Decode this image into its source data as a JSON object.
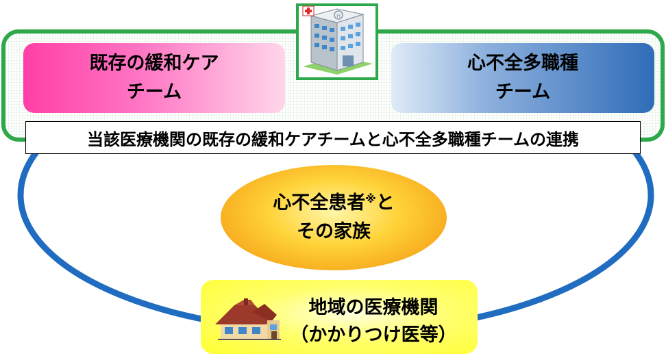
{
  "teams": {
    "existing": {
      "line1": "既存の緩和ケア",
      "line2": "チーム"
    },
    "heart_failure": {
      "line1": "心不全多職種",
      "line2": "チーム"
    }
  },
  "caption": "当該医療機関の既存の緩和ケアチームと心不全多職種チームの連携",
  "patient": {
    "line1_main": "心不全患者",
    "line1_mark": "※",
    "line1_end": "と",
    "line2": "その家族"
  },
  "clinic": {
    "line1": "地域の医療機関",
    "line2": "（かかりつけ医等）"
  },
  "colors": {
    "loop": "#1f6cc0",
    "green_frame": "#2ea84a",
    "pink": "#ff3fa6",
    "blue": "#2f6db8",
    "yellow": "#ffff33",
    "orange": "#f6a81c"
  },
  "icons": [
    "hospital-icon",
    "house-icon"
  ]
}
